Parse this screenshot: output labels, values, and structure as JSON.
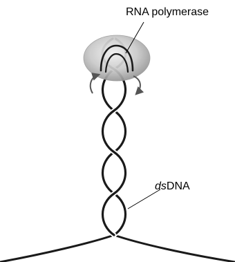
{
  "labels": {
    "enzyme": "RNA polymerase",
    "dna_prefix": "ds",
    "dna_suffix": "DNA"
  },
  "colors": {
    "strand": "#1a1a1a",
    "polymerase_center": "#e6e6e6",
    "polymerase_edge": "#9a9a9a",
    "rotation_arrow": "#555555",
    "background": "#ffffff"
  }
}
